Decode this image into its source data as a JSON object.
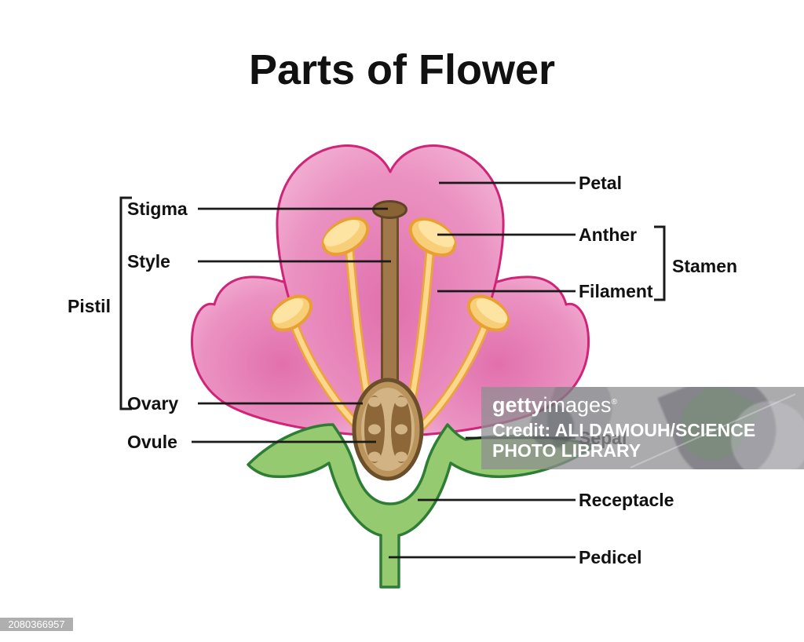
{
  "title": "Parts of Flower",
  "labels": {
    "pistil_group": "Pistil",
    "stigma": "Stigma",
    "style": "Style",
    "ovary": "Ovary",
    "ovule": "Ovule",
    "petal": "Petal",
    "anther": "Anther",
    "filament": "Filament",
    "stamen_group": "Stamen",
    "sepal": "Sepal",
    "receptacle": "Receptacle",
    "pedicel": "Pedicel"
  },
  "watermark": {
    "brand_bold": "getty",
    "brand_regular": "images",
    "registered": "®",
    "credit": "Credit: ALI DAMOUH/SCIENCE PHOTO LIBRARY",
    "image_id": "2080366957"
  },
  "colors": {
    "petal_pink": "#eb92c2",
    "petal_outline": "#d02478",
    "stamen_yellow": "#fbd88d",
    "stamen_outline": "#eda33c",
    "pistil_brown": "#a1784a",
    "ovary_dark_brown": "#8d6737",
    "green": "#95ca70",
    "green_outline": "#2e7d35",
    "label_black": "#111111"
  }
}
